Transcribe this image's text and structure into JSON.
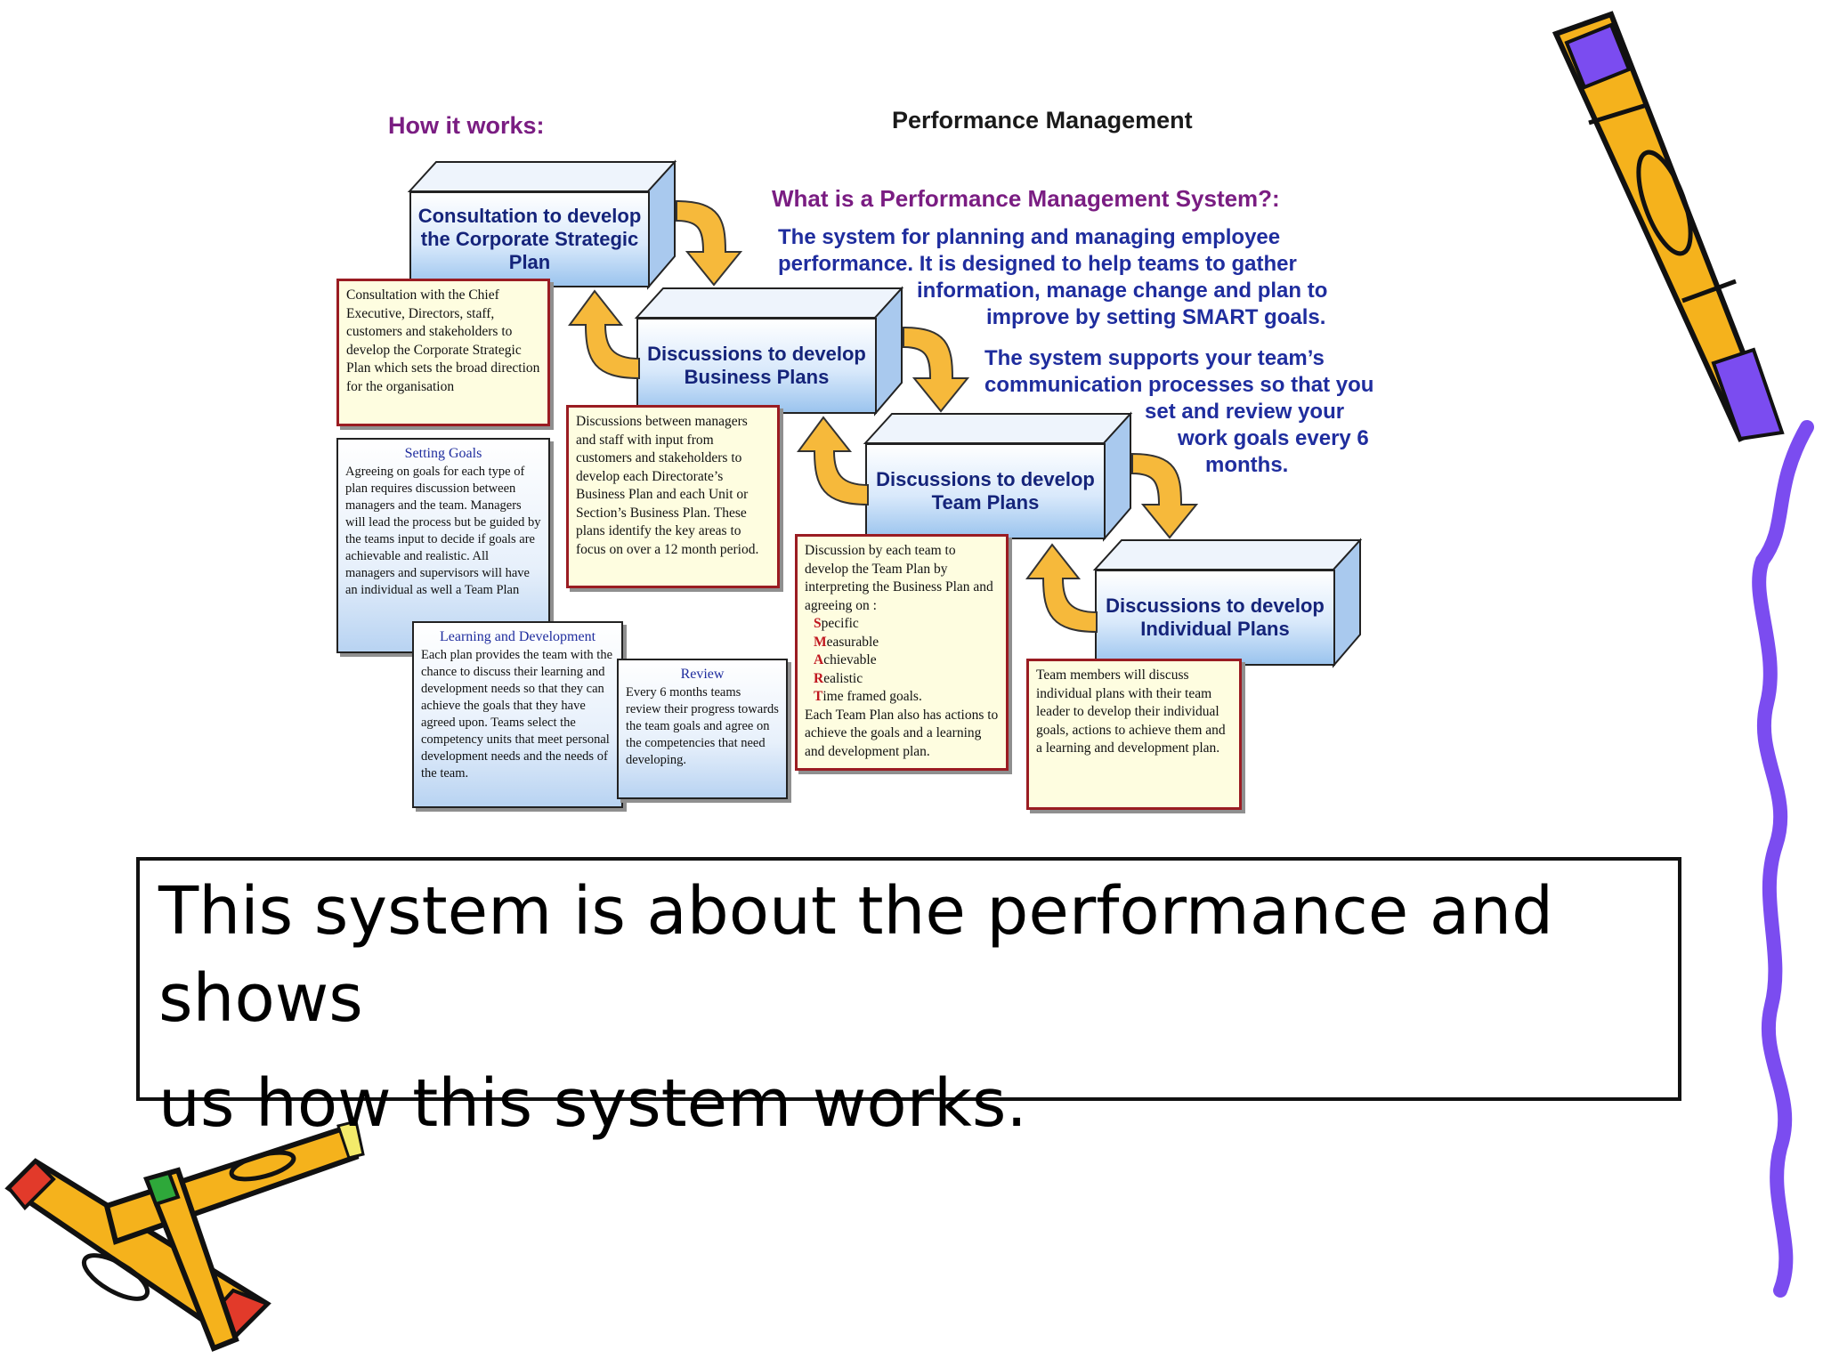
{
  "header": {
    "left_label": "How it works:",
    "title": "Performance Management"
  },
  "info": {
    "question": "What is a Performance Management System?:",
    "para1_lines": [
      "The  system for planning and managing employee",
      "performance. It is designed to help teams to gather",
      "information, manage change and plan to",
      "improve by setting SMART goals."
    ],
    "para2_lines": [
      "The  system supports your team’s",
      "communication processes so that you",
      "set and review your",
      "work goals every 6",
      "months."
    ]
  },
  "steps": [
    "Consultation to develop the Corporate Strategic Plan",
    "Discussions to develop Business Plans",
    "Discussions to develop Team Plans",
    "Discussions to develop Individual Plans"
  ],
  "notes": {
    "corporate": "Consultation with the Chief Executive, Directors, staff, customers and stakeholders to develop the Corporate Strategic Plan which sets the broad direction for the organisation",
    "business": "Discussions between managers and staff with input from customers and stakeholders to develop each Directorate’s Business Plan and each Unit or Section’s Business Plan. These plans identify the key areas to focus on over a 12 month period.",
    "team_intro": "Discussion by each team to develop the Team Plan by interpreting the Business Plan and agreeing on :",
    "smart": [
      {
        "letter": "S",
        "rest": "pecific"
      },
      {
        "letter": "M",
        "rest": "easurable"
      },
      {
        "letter": "A",
        "rest": "chievable"
      },
      {
        "letter": "R",
        "rest": "ealistic"
      },
      {
        "letter": "T",
        "rest": "ime framed goals."
      }
    ],
    "team_outro": "Each Team Plan also has actions to achieve the goals and a learning and development plan.",
    "individual": "Team members will discuss individual plans with their team leader to develop their individual goals, actions to achieve them and a learning and development plan."
  },
  "blue_notes": {
    "goals_title": "Setting Goals",
    "goals_text": "Agreeing on goals for each type of plan requires discussion between managers and the team. Managers will lead the process but be guided by the teams input to decide if goals are achievable and realistic. All managers and supervisors will have an individual as well a Team Plan",
    "learning_title": "Learning and Development",
    "learning_text": "Each plan provides the team with the chance to discuss their learning and development needs so that they can achieve the goals that they have agreed upon. Teams select the competency units that meet personal development needs and the needs of the team.",
    "review_title": "Review",
    "review_text": "Every 6 months teams review their progress towards the team goals and agree on the competencies that need developing."
  },
  "caption": {
    "lines": [
      "This system is about the performance and",
      "shows",
      "us how this system works."
    ]
  },
  "colors": {
    "title_purple": "#7a1d82",
    "text_blue": "#1f2d9e",
    "note_border": "#9a1c22",
    "arrow_orange": "#f6b93b"
  }
}
